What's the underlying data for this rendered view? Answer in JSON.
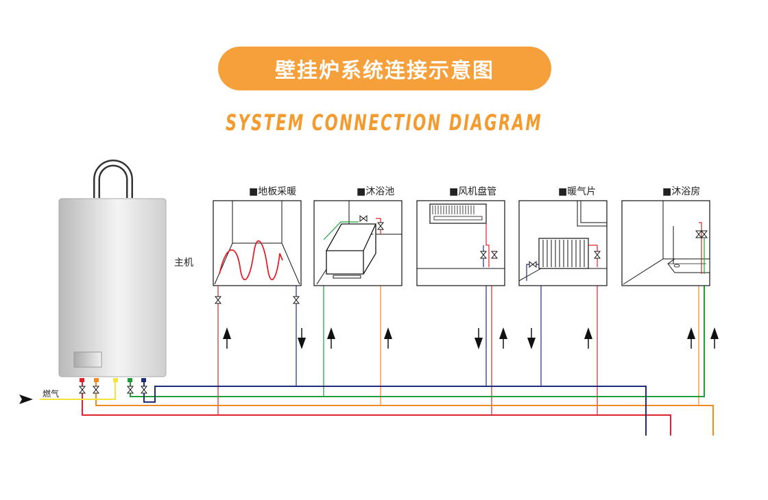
{
  "title": "壁挂炉系统连接示意图",
  "subtitle": "SYSTEM CONNECTION DIAGRAM",
  "boiler": {
    "label": "主机"
  },
  "gas": {
    "label": "燃气"
  },
  "panels": [
    {
      "label": "■地板采暖"
    },
    {
      "label": "■沐浴池"
    },
    {
      "label": "■风机盘管"
    },
    {
      "label": "■暖气片"
    },
    {
      "label": "■沐浴房"
    }
  ],
  "colors": {
    "accent": "#f6a03c",
    "hot_water_red": "#e0202a",
    "orange": "#f08a1e",
    "gas_yellow": "#f5e23a",
    "green": "#1f9d3a",
    "navy": "#1e2a7a"
  }
}
